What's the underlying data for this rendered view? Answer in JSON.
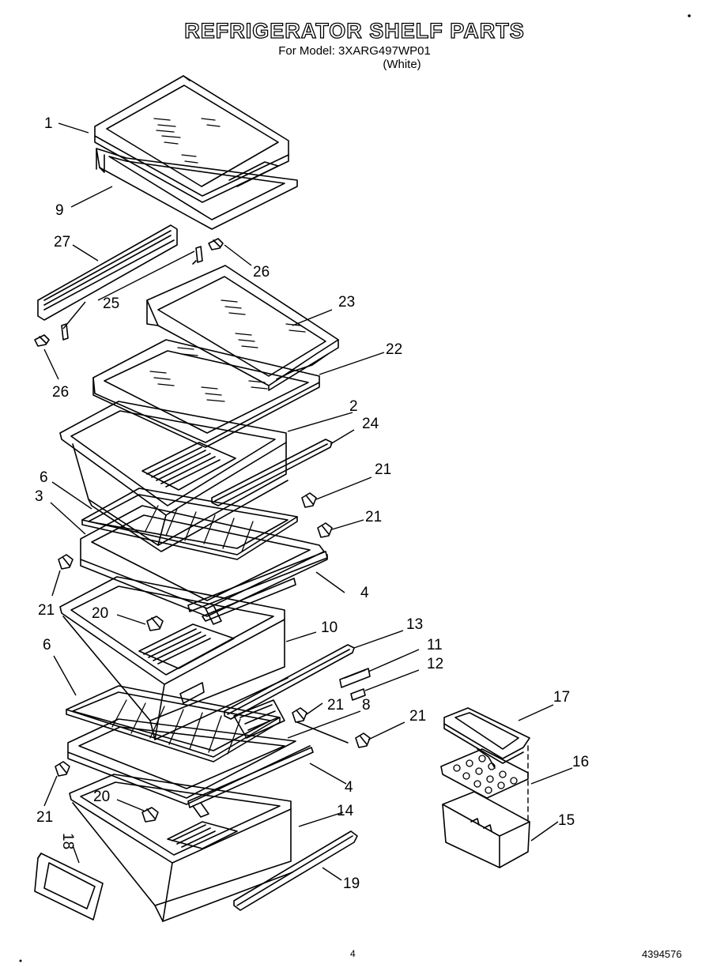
{
  "header": {
    "title": "REFRIGERATOR SHELF PARTS",
    "model_line": "For Model: 3XARG497WP01",
    "color": "(White)"
  },
  "callouts": [
    {
      "key": "p1",
      "label": "1"
    },
    {
      "key": "p9",
      "label": "9"
    },
    {
      "key": "p27",
      "label": "27"
    },
    {
      "key": "p26a",
      "label": "26"
    },
    {
      "key": "p25",
      "label": "25"
    },
    {
      "key": "p26b",
      "label": "26"
    },
    {
      "key": "p23",
      "label": "23"
    },
    {
      "key": "p22",
      "label": "22"
    },
    {
      "key": "p2",
      "label": "2"
    },
    {
      "key": "p24",
      "label": "24"
    },
    {
      "key": "p21a",
      "label": "21"
    },
    {
      "key": "p6a",
      "label": "6"
    },
    {
      "key": "p3",
      "label": "3"
    },
    {
      "key": "p21b",
      "label": "21"
    },
    {
      "key": "p4a",
      "label": "4"
    },
    {
      "key": "p21c",
      "label": "21"
    },
    {
      "key": "p20a",
      "label": "20"
    },
    {
      "key": "p10",
      "label": "10"
    },
    {
      "key": "p13",
      "label": "13"
    },
    {
      "key": "p11",
      "label": "11"
    },
    {
      "key": "p6b",
      "label": "6"
    },
    {
      "key": "p12",
      "label": "12"
    },
    {
      "key": "p21d",
      "label": "21"
    },
    {
      "key": "p8",
      "label": "8"
    },
    {
      "key": "p17",
      "label": "17"
    },
    {
      "key": "p21e",
      "label": "21"
    },
    {
      "key": "p16",
      "label": "16"
    },
    {
      "key": "p4b",
      "label": "4"
    },
    {
      "key": "p21f",
      "label": "21"
    },
    {
      "key": "p20b",
      "label": "20"
    },
    {
      "key": "p14",
      "label": "14"
    },
    {
      "key": "p15",
      "label": "15"
    },
    {
      "key": "p18",
      "label": "18"
    },
    {
      "key": "p19",
      "label": "19"
    }
  ],
  "footer": {
    "page_number": "4",
    "doc_number": "4394576"
  }
}
